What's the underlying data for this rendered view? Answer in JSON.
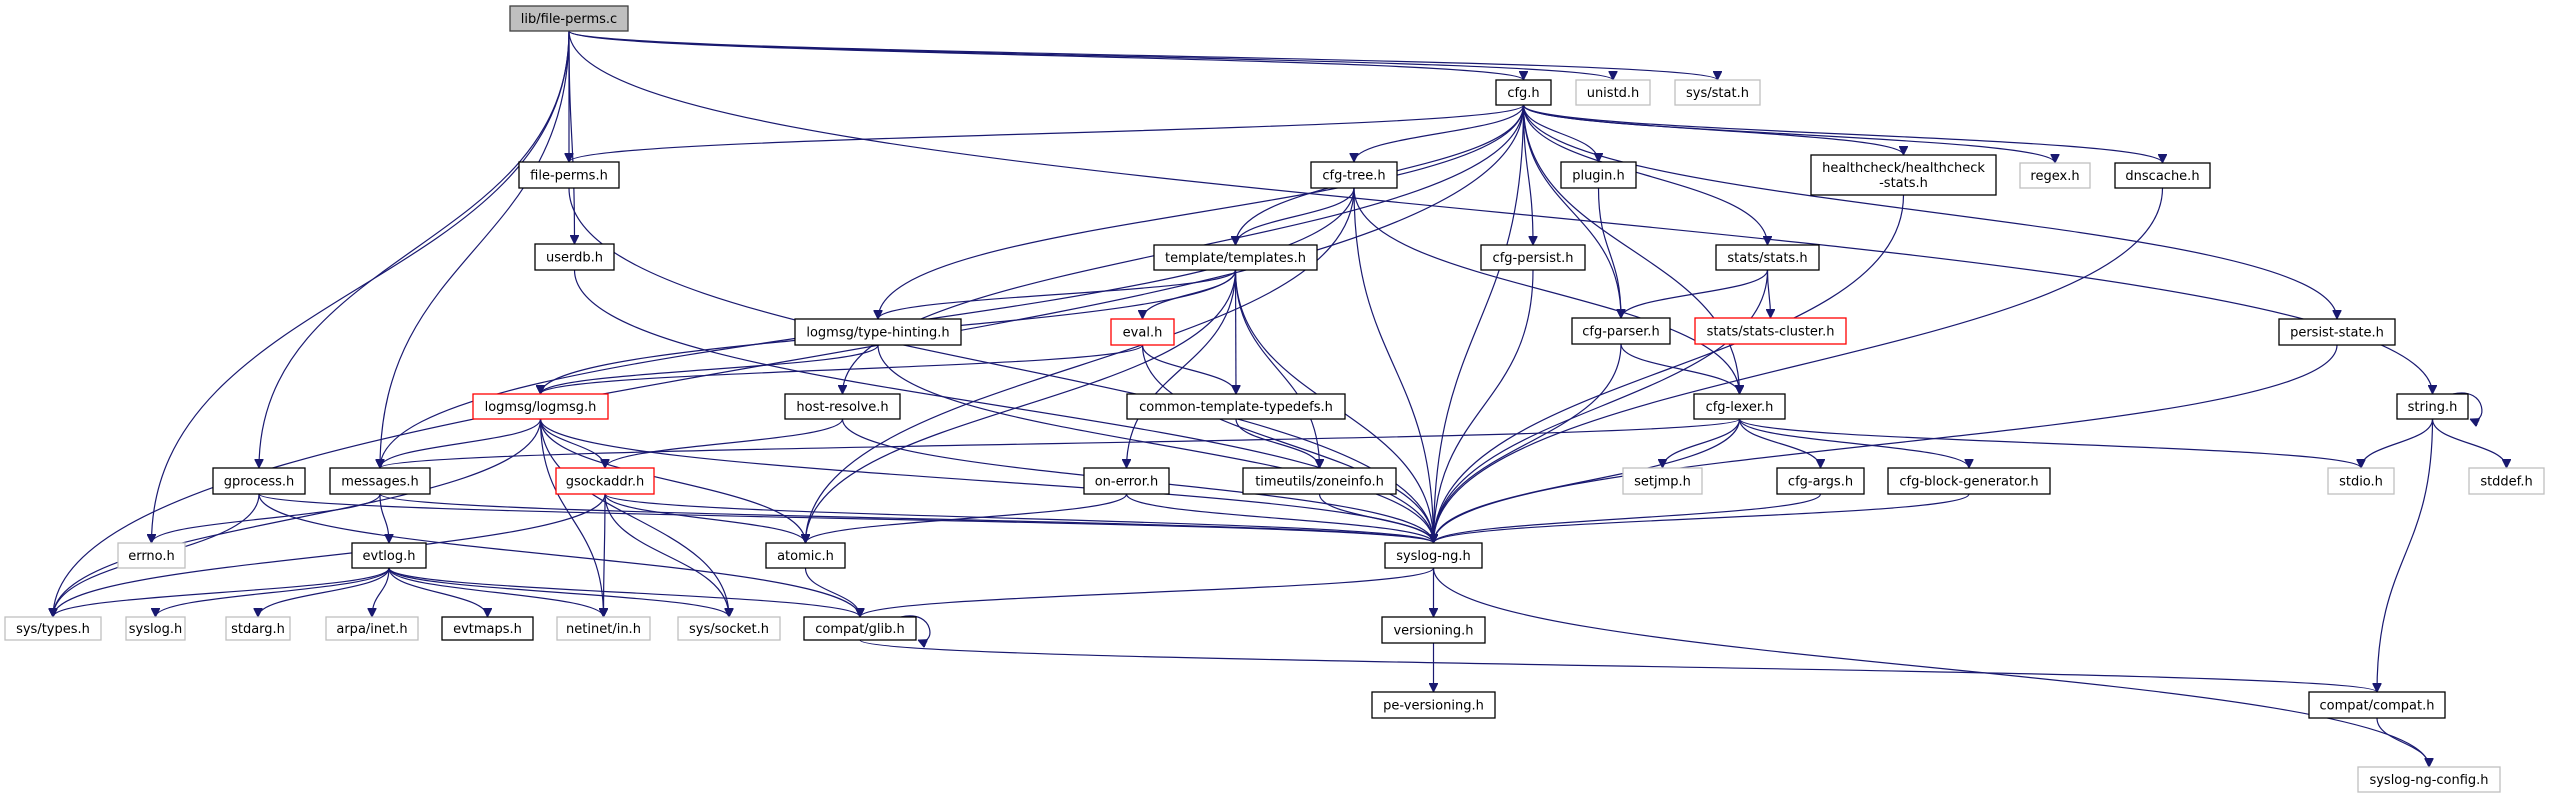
{
  "title": "lib/file-perms.c include dependency graph",
  "colors": {
    "edge": "#191970",
    "root_fill": "#bfbfbf",
    "node_border": "#000000",
    "external_border": "#bfbfbf",
    "truncated_border": "#ff0000"
  },
  "nodes": [
    {
      "id": "file_perms_c",
      "label": "lib/file-perms.c",
      "kind": "root"
    },
    {
      "id": "cfg_h",
      "label": "cfg.h",
      "kind": "normal"
    },
    {
      "id": "unistd_h",
      "label": "unistd.h",
      "kind": "external"
    },
    {
      "id": "sys_stat_h",
      "label": "sys/stat.h",
      "kind": "external"
    },
    {
      "id": "file_perms_h",
      "label": "file-perms.h",
      "kind": "normal"
    },
    {
      "id": "cfg_tree_h",
      "label": "cfg-tree.h",
      "kind": "normal"
    },
    {
      "id": "plugin_h",
      "label": "plugin.h",
      "kind": "normal"
    },
    {
      "id": "healthcheck_h",
      "label": "healthcheck/healthcheck\n-stats.h",
      "kind": "normal"
    },
    {
      "id": "regex_h",
      "label": "regex.h",
      "kind": "external"
    },
    {
      "id": "dnscache_h",
      "label": "dnscache.h",
      "kind": "normal"
    },
    {
      "id": "userdb_h",
      "label": "userdb.h",
      "kind": "normal"
    },
    {
      "id": "templates_h",
      "label": "template/templates.h",
      "kind": "normal"
    },
    {
      "id": "cfg_persist_h",
      "label": "cfg-persist.h",
      "kind": "normal"
    },
    {
      "id": "stats_h",
      "label": "stats/stats.h",
      "kind": "normal"
    },
    {
      "id": "type_hinting_h",
      "label": "logmsg/type-hinting.h",
      "kind": "normal"
    },
    {
      "id": "eval_h",
      "label": "eval.h",
      "kind": "truncated"
    },
    {
      "id": "cfg_parser_h",
      "label": "cfg-parser.h",
      "kind": "normal"
    },
    {
      "id": "stats_cluster_h",
      "label": "stats/stats-cluster.h",
      "kind": "truncated"
    },
    {
      "id": "persist_state_h",
      "label": "persist-state.h",
      "kind": "normal"
    },
    {
      "id": "logmsg_h",
      "label": "logmsg/logmsg.h",
      "kind": "truncated"
    },
    {
      "id": "host_resolve_h",
      "label": "host-resolve.h",
      "kind": "normal"
    },
    {
      "id": "ctt_h",
      "label": "common-template-typedefs.h",
      "kind": "normal"
    },
    {
      "id": "cfg_lexer_h",
      "label": "cfg-lexer.h",
      "kind": "normal"
    },
    {
      "id": "string_h",
      "label": "string.h",
      "kind": "normal"
    },
    {
      "id": "gprocess_h",
      "label": "gprocess.h",
      "kind": "normal"
    },
    {
      "id": "messages_h",
      "label": "messages.h",
      "kind": "normal"
    },
    {
      "id": "gsockaddr_h",
      "label": "gsockaddr.h",
      "kind": "truncated"
    },
    {
      "id": "on_error_h",
      "label": "on-error.h",
      "kind": "normal"
    },
    {
      "id": "zoneinfo_h",
      "label": "timeutils/zoneinfo.h",
      "kind": "normal"
    },
    {
      "id": "setjmp_h",
      "label": "setjmp.h",
      "kind": "external"
    },
    {
      "id": "cfg_args_h",
      "label": "cfg-args.h",
      "kind": "normal"
    },
    {
      "id": "cfg_block_gen_h",
      "label": "cfg-block-generator.h",
      "kind": "normal"
    },
    {
      "id": "stdio_h",
      "label": "stdio.h",
      "kind": "external"
    },
    {
      "id": "stddef_h",
      "label": "stddef.h",
      "kind": "external"
    },
    {
      "id": "errno_h",
      "label": "errno.h",
      "kind": "external"
    },
    {
      "id": "evtlog_h",
      "label": "evtlog.h",
      "kind": "normal"
    },
    {
      "id": "atomic_h",
      "label": "atomic.h",
      "kind": "normal"
    },
    {
      "id": "syslog_ng_h",
      "label": "syslog-ng.h",
      "kind": "normal"
    },
    {
      "id": "sys_types_h",
      "label": "sys/types.h",
      "kind": "external"
    },
    {
      "id": "syslog_h",
      "label": "syslog.h",
      "kind": "external"
    },
    {
      "id": "stdarg_h",
      "label": "stdarg.h",
      "kind": "external"
    },
    {
      "id": "arpa_inet_h",
      "label": "arpa/inet.h",
      "kind": "external"
    },
    {
      "id": "evtmaps_h",
      "label": "evtmaps.h",
      "kind": "normal"
    },
    {
      "id": "netinet_in_h",
      "label": "netinet/in.h",
      "kind": "external"
    },
    {
      "id": "sys_socket_h",
      "label": "sys/socket.h",
      "kind": "external"
    },
    {
      "id": "compat_glib_h",
      "label": "compat/glib.h",
      "kind": "normal"
    },
    {
      "id": "versioning_h",
      "label": "versioning.h",
      "kind": "normal"
    },
    {
      "id": "pe_versioning_h",
      "label": "pe-versioning.h",
      "kind": "normal"
    },
    {
      "id": "compat_compat_h",
      "label": "compat/compat.h",
      "kind": "normal"
    },
    {
      "id": "syslog_ng_config_h",
      "label": "syslog-ng-config.h",
      "kind": "external"
    }
  ],
  "edges": [
    [
      "file_perms_c",
      "cfg_h"
    ],
    [
      "file_perms_c",
      "unistd_h"
    ],
    [
      "file_perms_c",
      "sys_stat_h"
    ],
    [
      "file_perms_c",
      "file_perms_h"
    ],
    [
      "file_perms_c",
      "userdb_h"
    ],
    [
      "file_perms_c",
      "string_h"
    ],
    [
      "file_perms_c",
      "gprocess_h"
    ],
    [
      "file_perms_c",
      "messages_h"
    ],
    [
      "file_perms_c",
      "errno_h"
    ],
    [
      "cfg_h",
      "file_perms_h"
    ],
    [
      "cfg_h",
      "cfg_tree_h"
    ],
    [
      "cfg_h",
      "plugin_h"
    ],
    [
      "cfg_h",
      "healthcheck_h"
    ],
    [
      "cfg_h",
      "regex_h"
    ],
    [
      "cfg_h",
      "dnscache_h"
    ],
    [
      "cfg_h",
      "templates_h"
    ],
    [
      "cfg_h",
      "cfg_persist_h"
    ],
    [
      "cfg_h",
      "stats_h"
    ],
    [
      "cfg_h",
      "type_hinting_h"
    ],
    [
      "cfg_h",
      "cfg_parser_h"
    ],
    [
      "cfg_h",
      "persist_state_h"
    ],
    [
      "cfg_h",
      "host_resolve_h"
    ],
    [
      "cfg_h",
      "cfg_lexer_h"
    ],
    [
      "cfg_h",
      "syslog_ng_h"
    ],
    [
      "cfg_h",
      "sys_types_h"
    ],
    [
      "file_perms_h",
      "syslog_ng_h"
    ],
    [
      "userdb_h",
      "syslog_ng_h"
    ],
    [
      "cfg_tree_h",
      "templates_h"
    ],
    [
      "cfg_tree_h",
      "messages_h"
    ],
    [
      "cfg_tree_h",
      "atomic_h"
    ],
    [
      "cfg_tree_h",
      "cfg_lexer_h"
    ],
    [
      "cfg_tree_h",
      "syslog_ng_h"
    ],
    [
      "plugin_h",
      "cfg_parser_h"
    ],
    [
      "healthcheck_h",
      "syslog_ng_h"
    ],
    [
      "dnscache_h",
      "syslog_ng_h"
    ],
    [
      "templates_h",
      "type_hinting_h"
    ],
    [
      "templates_h",
      "eval_h"
    ],
    [
      "templates_h",
      "ctt_h"
    ],
    [
      "templates_h",
      "on_error_h"
    ],
    [
      "templates_h",
      "zoneinfo_h"
    ],
    [
      "templates_h",
      "atomic_h"
    ],
    [
      "templates_h",
      "syslog_ng_h"
    ],
    [
      "templates_h",
      "logmsg_h"
    ],
    [
      "cfg_persist_h",
      "syslog_ng_h"
    ],
    [
      "stats_h",
      "cfg_parser_h"
    ],
    [
      "stats_h",
      "stats_cluster_h"
    ],
    [
      "stats_h",
      "syslog_ng_h"
    ],
    [
      "type_hinting_h",
      "logmsg_h"
    ],
    [
      "type_hinting_h",
      "syslog_ng_h"
    ],
    [
      "eval_h",
      "logmsg_h"
    ],
    [
      "eval_h",
      "ctt_h"
    ],
    [
      "eval_h",
      "syslog_ng_h"
    ],
    [
      "cfg_parser_h",
      "cfg_lexer_h"
    ],
    [
      "cfg_parser_h",
      "syslog_ng_h"
    ],
    [
      "persist_state_h",
      "syslog_ng_h"
    ],
    [
      "logmsg_h",
      "messages_h"
    ],
    [
      "logmsg_h",
      "gsockaddr_h"
    ],
    [
      "logmsg_h",
      "atomic_h"
    ],
    [
      "logmsg_h",
      "syslog_ng_h"
    ],
    [
      "logmsg_h",
      "netinet_in_h"
    ],
    [
      "logmsg_h",
      "sys_socket_h"
    ],
    [
      "logmsg_h",
      "sys_types_h"
    ],
    [
      "host_resolve_h",
      "gsockaddr_h"
    ],
    [
      "host_resolve_h",
      "syslog_ng_h"
    ],
    [
      "ctt_h",
      "zoneinfo_h"
    ],
    [
      "cfg_lexer_h",
      "messages_h"
    ],
    [
      "cfg_lexer_h",
      "setjmp_h"
    ],
    [
      "cfg_lexer_h",
      "cfg_args_h"
    ],
    [
      "cfg_lexer_h",
      "cfg_block_gen_h"
    ],
    [
      "cfg_lexer_h",
      "stdio_h"
    ],
    [
      "cfg_lexer_h",
      "syslog_ng_h"
    ],
    [
      "string_h",
      "string_h"
    ],
    [
      "string_h",
      "stdio_h"
    ],
    [
      "string_h",
      "stddef_h"
    ],
    [
      "string_h",
      "compat_compat_h"
    ],
    [
      "gprocess_h",
      "syslog_ng_h"
    ],
    [
      "gprocess_h",
      "sys_types_h"
    ],
    [
      "gprocess_h",
      "compat_glib_h"
    ],
    [
      "messages_h",
      "errno_h"
    ],
    [
      "messages_h",
      "evtlog_h"
    ],
    [
      "messages_h",
      "syslog_ng_h"
    ],
    [
      "gsockaddr_h",
      "atomic_h"
    ],
    [
      "gsockaddr_h",
      "syslog_ng_h"
    ],
    [
      "gsockaddr_h",
      "netinet_in_h"
    ],
    [
      "gsockaddr_h",
      "sys_socket_h"
    ],
    [
      "gsockaddr_h",
      "sys_types_h"
    ],
    [
      "on_error_h",
      "atomic_h"
    ],
    [
      "on_error_h",
      "syslog_ng_h"
    ],
    [
      "zoneinfo_h",
      "syslog_ng_h"
    ],
    [
      "cfg_args_h",
      "syslog_ng_h"
    ],
    [
      "cfg_block_gen_h",
      "syslog_ng_h"
    ],
    [
      "evtlog_h",
      "sys_types_h"
    ],
    [
      "evtlog_h",
      "syslog_h"
    ],
    [
      "evtlog_h",
      "stdarg_h"
    ],
    [
      "evtlog_h",
      "arpa_inet_h"
    ],
    [
      "evtlog_h",
      "evtmaps_h"
    ],
    [
      "evtlog_h",
      "netinet_in_h"
    ],
    [
      "evtlog_h",
      "sys_socket_h"
    ],
    [
      "evtlog_h",
      "compat_glib_h"
    ],
    [
      "atomic_h",
      "compat_glib_h"
    ],
    [
      "syslog_ng_h",
      "compat_glib_h"
    ],
    [
      "syslog_ng_h",
      "versioning_h"
    ],
    [
      "syslog_ng_h",
      "syslog_ng_config_h"
    ],
    [
      "compat_glib_h",
      "compat_glib_h"
    ],
    [
      "compat_glib_h",
      "compat_compat_h"
    ],
    [
      "versioning_h",
      "pe_versioning_h"
    ],
    [
      "compat_compat_h",
      "syslog_ng_config_h"
    ]
  ]
}
